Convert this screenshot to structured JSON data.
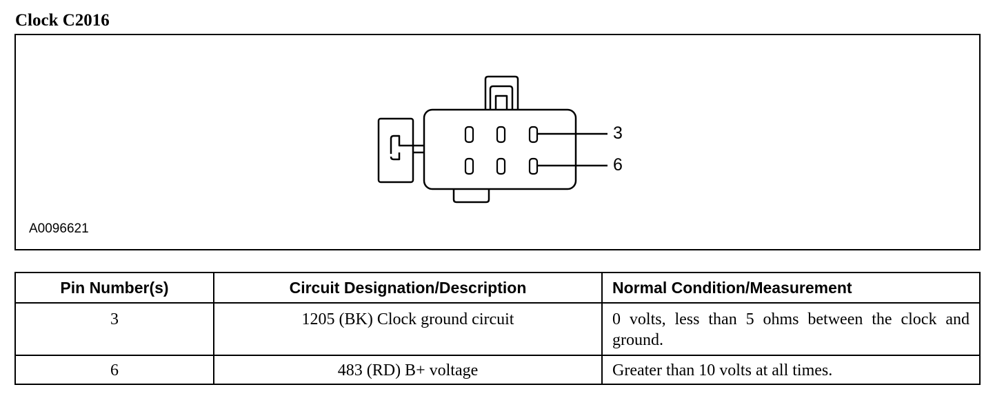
{
  "title": "Clock C2016",
  "figure": {
    "id_label": "A0096621",
    "pin_callouts": [
      "3",
      "6"
    ]
  },
  "table": {
    "headers": {
      "pin": "Pin Number(s)",
      "circuit": "Circuit Designation/Description",
      "condition": "Normal Condition/Measurement"
    },
    "rows": [
      {
        "pin": "3",
        "circuit": "1205 (BK) Clock ground circuit",
        "condition": "0 volts, less than 5 ohms between the clock and ground."
      },
      {
        "pin": "6",
        "circuit": "483 (RD) B+ voltage",
        "condition": "Greater than 10 volts at all times."
      }
    ]
  }
}
